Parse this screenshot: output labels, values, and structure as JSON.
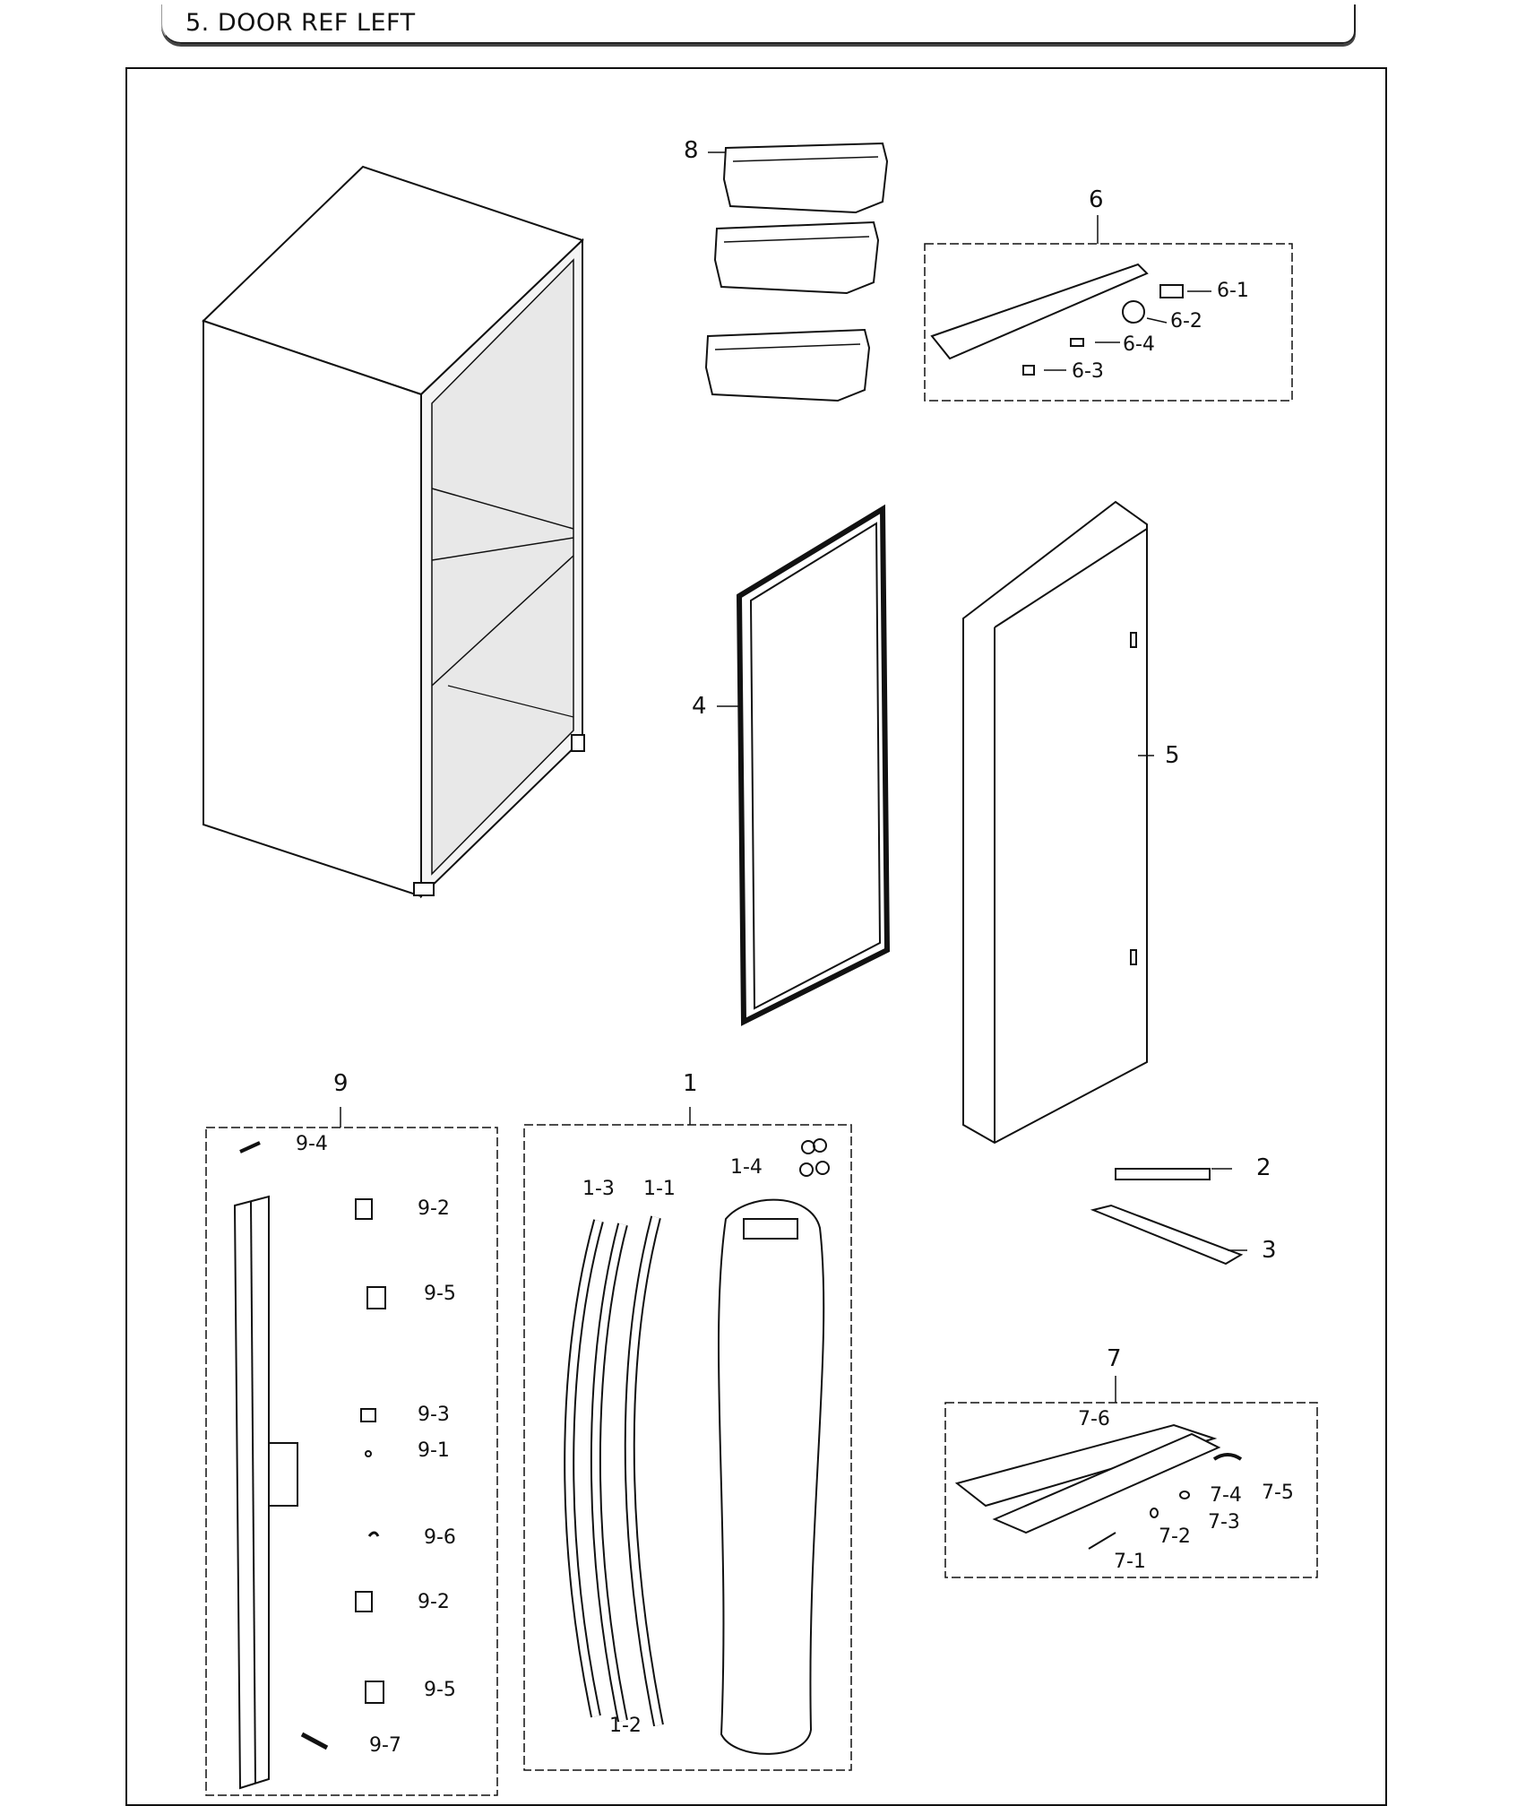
{
  "header": {
    "title": "5. DOOR REF LEFT"
  },
  "labels": {
    "l1": "1",
    "l1_1": "1-1",
    "l1_2": "1-2",
    "l1_3": "1-3",
    "l1_4": "1-4",
    "l2": "2",
    "l3": "3",
    "l4": "4",
    "l5": "5",
    "l6": "6",
    "l6_1": "6-1",
    "l6_2": "6-2",
    "l6_3": "6-3",
    "l6_4": "6-4",
    "l7": "7",
    "l7_1": "7-1",
    "l7_2": "7-2",
    "l7_3": "7-3",
    "l7_4": "7-4",
    "l7_5": "7-5",
    "l7_6": "7-6",
    "l8": "8",
    "l9": "9",
    "l9_1": "9-1",
    "l9_2a": "9-2",
    "l9_2b": "9-2",
    "l9_3": "9-3",
    "l9_4": "9-4",
    "l9_5a": "9-5",
    "l9_5b": "9-5",
    "l9_6": "9-6",
    "l9_7": "9-7"
  },
  "colors": {
    "line": "#111111",
    "paper": "#ffffff"
  }
}
